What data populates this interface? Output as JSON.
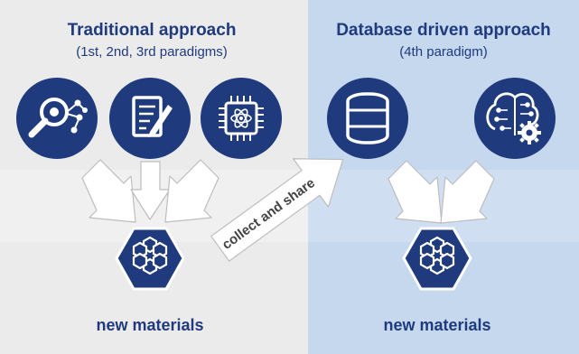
{
  "left_panel": {
    "title": "Traditional approach",
    "subtitle": "(1st, 2nd, 3rd paradigms)",
    "bottom_label": "new materials",
    "icons": [
      "microscope-analysis-icon",
      "document-pen-icon",
      "processor-chip-icon"
    ]
  },
  "right_panel": {
    "title": "Database driven approach",
    "subtitle": "(4th paradigm)",
    "bottom_label": "new materials",
    "icons": [
      "database-icon",
      "ai-brain-icon"
    ]
  },
  "connector": {
    "label": "collect and share"
  },
  "colors": {
    "left_bg": "#ebebeb",
    "right_bg": "#c5d8ee",
    "navy": "#1f3a7d",
    "arrow_fill": "#ffffff",
    "arrow_stroke": "#bdbdbd"
  }
}
